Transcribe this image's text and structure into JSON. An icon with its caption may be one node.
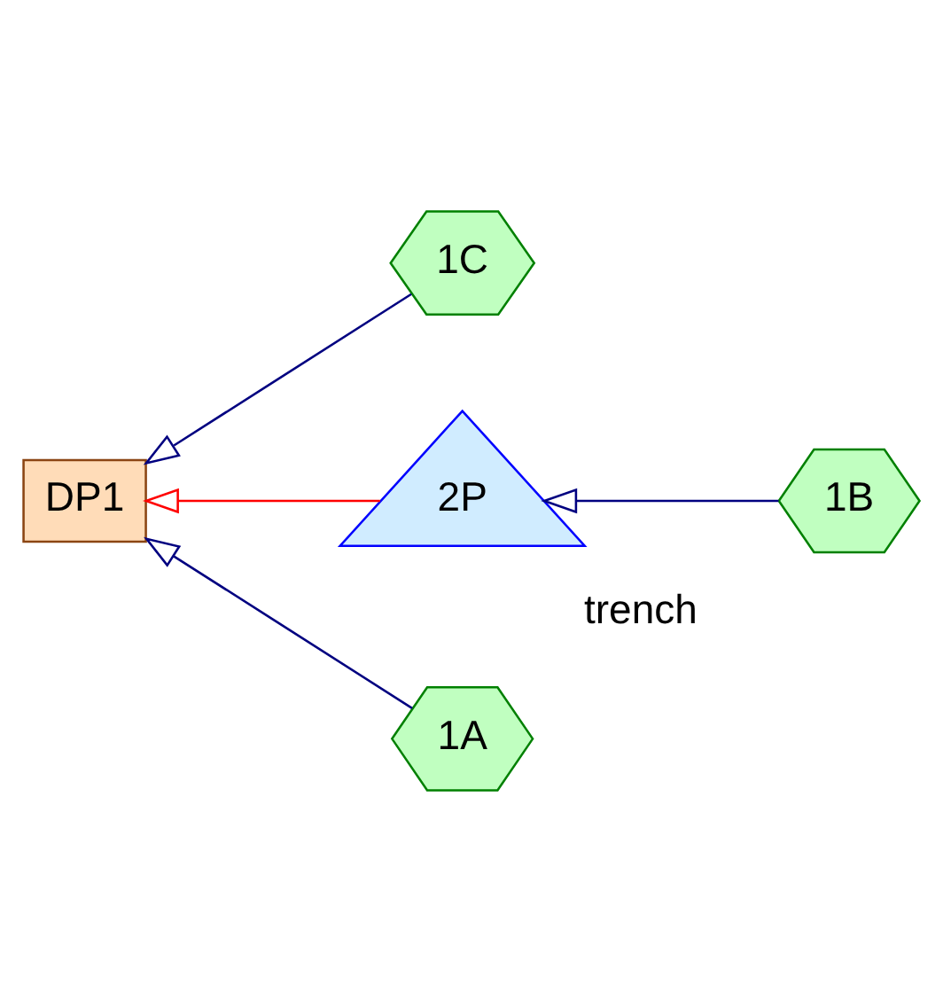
{
  "diagram": {
    "nodes": [
      {
        "text": [
          "1C"
        ]
      },
      {
        "text": [
          "1B"
        ]
      },
      {
        "text": [
          "2P"
        ],
        "beside": [
          "trench"
        ]
      },
      {
        "text": [
          "DP1"
        ]
      },
      {
        "text": [
          "1A"
        ]
      }
    ],
    "edges": [
      {
        "from": 0,
        "to": 3,
        "arrow": "to"
      },
      {
        "from": 1,
        "to": 2,
        "arrow": "to"
      },
      {
        "from": 2,
        "to": 3,
        "arrow": "to",
        "color": "#ff0000"
      },
      {
        "from": 4,
        "to": 3,
        "arrow": "to"
      }
    ]
  }
}
